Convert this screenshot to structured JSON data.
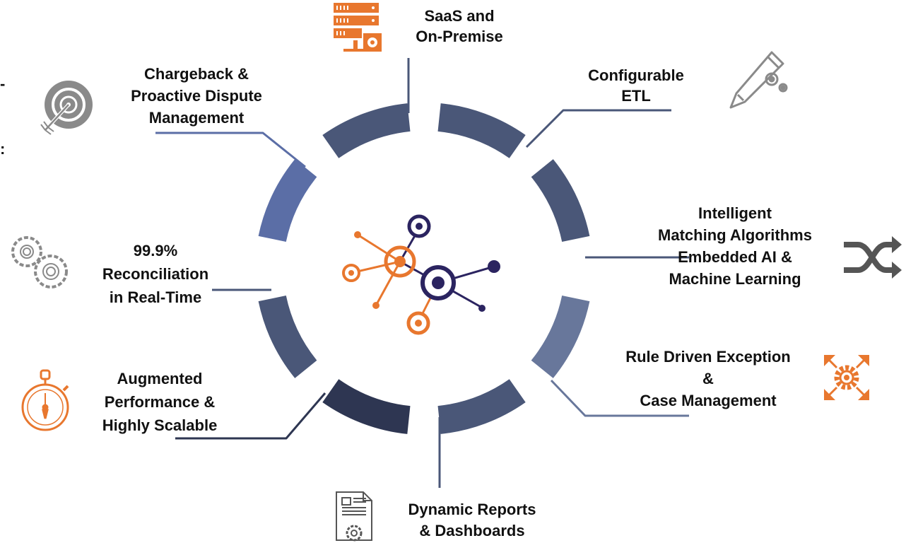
{
  "diagram": {
    "features": {
      "saas": {
        "lines": [
          "SaaS and",
          "On-Premise"
        ],
        "icon": "server-cloud-icon"
      },
      "etl": {
        "lines": [
          "Configurable",
          "ETL"
        ],
        "icon": "pencil-gear-icon"
      },
      "matching": {
        "lines": [
          "Intelligent",
          "Matching Algorithms",
          "Embedded AI &",
          "Machine Learning"
        ],
        "icon": "shuffle-arrows-icon"
      },
      "exception": {
        "lines": [
          "Rule Driven Exception",
          "&",
          "Case Management"
        ],
        "icon": "gear-expand-icon"
      },
      "reports": {
        "lines": [
          "Dynamic Reports",
          "& Dashboards"
        ],
        "icon": "document-gear-icon"
      },
      "performance": {
        "lines": [
          "Augmented",
          "Performance &",
          "Highly Scalable"
        ],
        "icon": "stopwatch-icon"
      },
      "reconciliation": {
        "lines": [
          "99.9%",
          "Reconciliation",
          "in Real-Time"
        ],
        "icon": "gears-icon"
      },
      "chargeback": {
        "lines": [
          "Chargeback &",
          "Proactive Dispute",
          "Management"
        ],
        "icon": "target-arrow-icon"
      }
    },
    "edge_fragments": {
      "top": "-",
      "bottom": ":"
    },
    "colors": {
      "orange": "#E8772E",
      "navy": "#2B2460",
      "ring_dark": "#2E3652",
      "ring_mid": "#4A5778",
      "ring_light": "#5B6EA6",
      "ring_slate": "#68779B",
      "icon_gray": "#8A8A8A",
      "text": "#111111"
    }
  }
}
